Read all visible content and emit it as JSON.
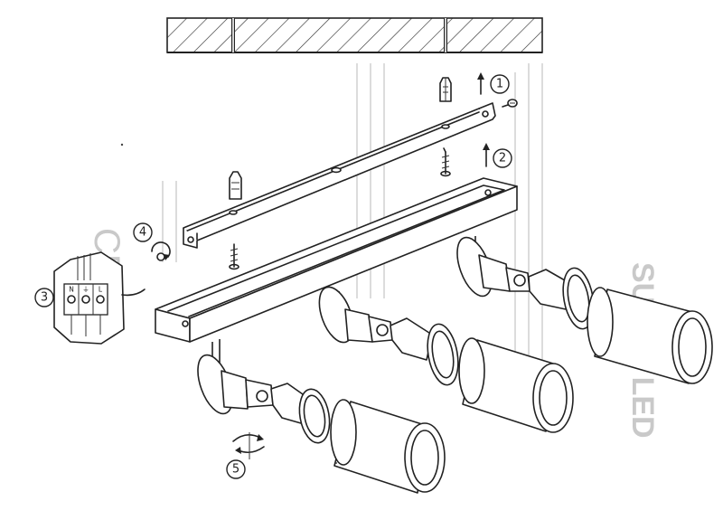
{
  "steps": [
    {
      "number": "1"
    },
    {
      "number": "2"
    },
    {
      "number": "3"
    },
    {
      "number": "4"
    },
    {
      "number": "5"
    }
  ],
  "terminal_block": {
    "labels": [
      "N",
      "⏚",
      "L"
    ]
  },
  "marks": {
    "ce": "CE",
    "brand_watermark": "SUPER LED"
  },
  "colors": {
    "ink": "#222222",
    "paper": "#ffffff",
    "show_through": "#c9c9c9"
  }
}
